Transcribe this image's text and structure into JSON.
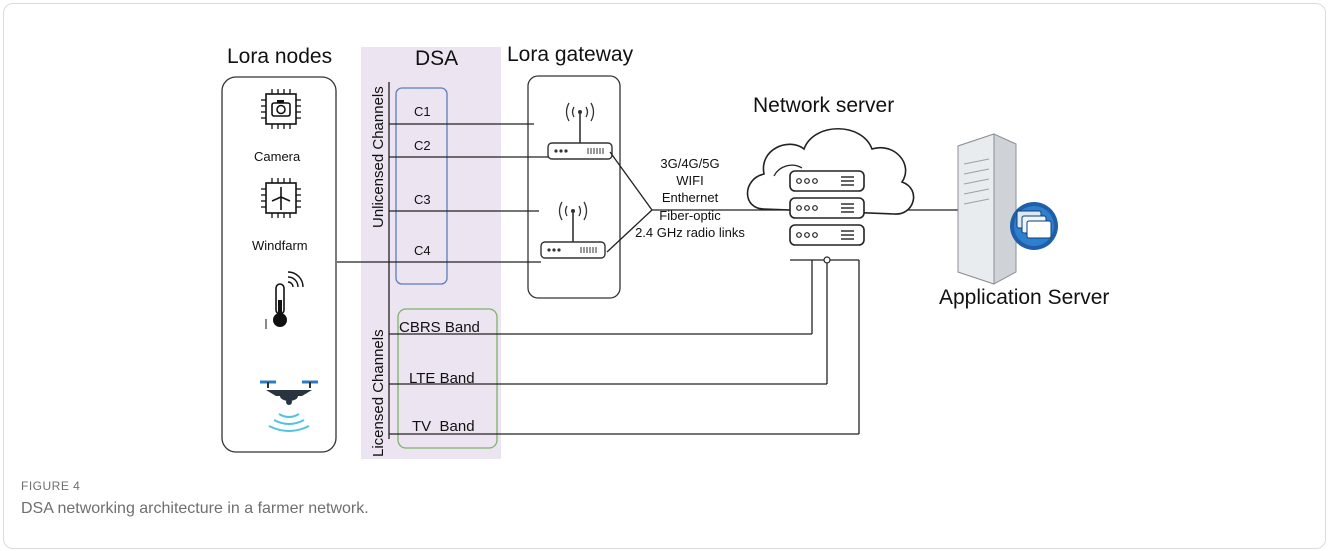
{
  "figure": {
    "label": "FIGURE 4",
    "caption": "DSA networking architecture in a farmer network."
  },
  "diagram": {
    "headings": {
      "lora_nodes": "Lora nodes",
      "dsa": "DSA",
      "lora_gateway": "Lora gateway",
      "network_server": "Network server",
      "application_server": "Application Server"
    },
    "channel_groups": {
      "unlicensed": "Unlicensed Channels",
      "licensed": "Licensed Channels"
    },
    "unlicensed_channels": [
      "C1",
      "C2",
      "C3",
      "C4"
    ],
    "licensed_bands": [
      "CBRS Band",
      "LTE Band",
      "TV  Band"
    ],
    "nodes": {
      "camera": "Camera",
      "windfarm": "Windfarm"
    },
    "backhaul_links": [
      "3G/4G/5G",
      "WIFI",
      "Enthernet",
      "Fiber-optic",
      "2.4 GHz radio links"
    ],
    "colors": {
      "dsa_band": "#ece4f1",
      "unlicensed_box": "#5a7fb8",
      "licensed_box": "#7cb36a",
      "server_blue": "#1e5fa8"
    }
  }
}
